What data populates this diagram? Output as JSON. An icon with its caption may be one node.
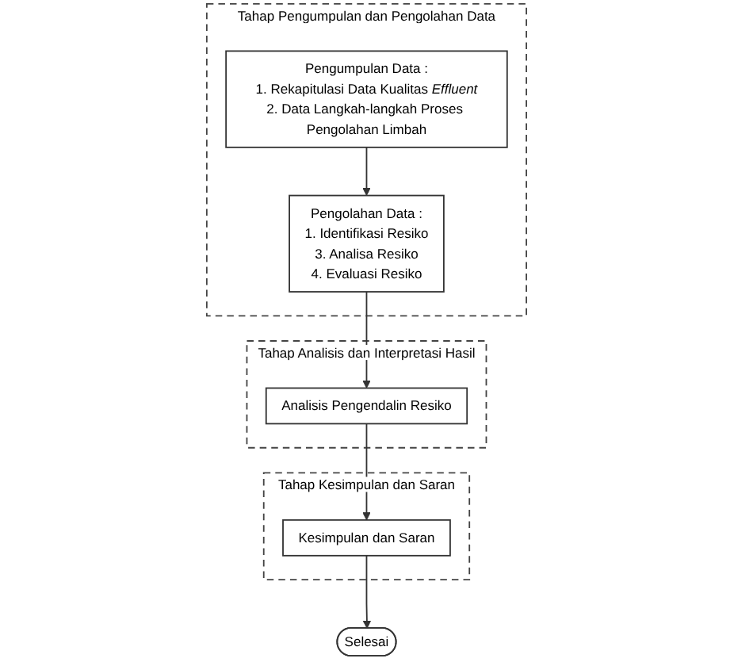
{
  "diagram": {
    "nodes": [
      {
        "text": [
          "Tahap Pengumpulan dan Pengolahan Data"
        ]
      },
      {
        "text": [
          "Pengumpulan Data :",
          "1. Rekapitulasi Data Kualitas *Effluent*",
          "2. Data Langkah-langkah Proses Pengolahan Limbah"
        ],
        "in": 0
      },
      {
        "text": [
          "Pengolahan Data :",
          "1. Identifikasi Resiko",
          "3. Analisa Resiko",
          "4. Evaluasi Resiko"
        ],
        "in": 0
      },
      {
        "text": [
          "Tahap Analisis dan Interpretasi Hasil"
        ]
      },
      {
        "text": [
          "Analisis Pengendalin Resiko"
        ],
        "in": 3
      },
      {
        "text": [
          "Tahap Kesimpulan dan Saran"
        ]
      },
      {
        "text": [
          "Kesimpulan dan Saran"
        ],
        "in": 5
      },
      {
        "text": [
          "Selesai"
        ]
      }
    ],
    "edges": [
      {
        "from": 1,
        "to": 2,
        "arrow": "to"
      },
      {
        "from": 2,
        "to": 4,
        "arrow": "to"
      },
      {
        "from": 4,
        "to": 6,
        "arrow": "to"
      },
      {
        "from": 6,
        "to": 7,
        "arrow": "to"
      }
    ]
  }
}
